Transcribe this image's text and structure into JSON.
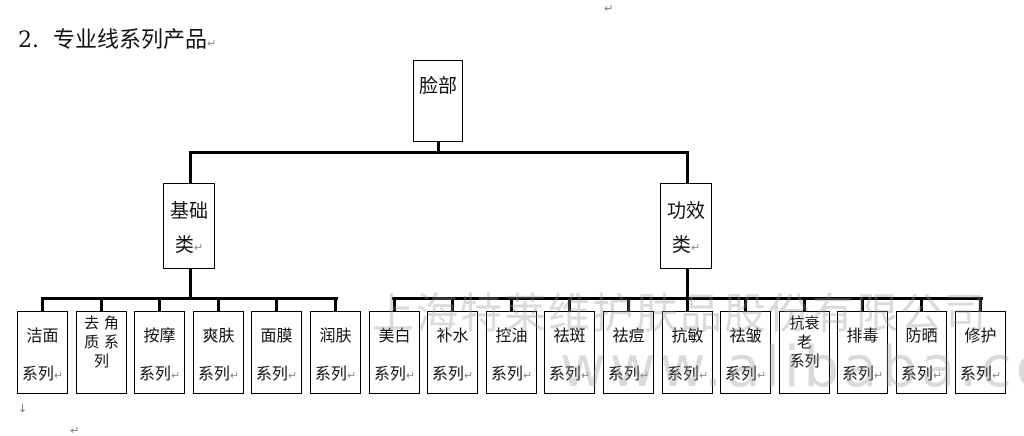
{
  "heading": {
    "number": "2.",
    "text": "专业线系列产品"
  },
  "root": "脸部",
  "categories": [
    {
      "label_line1": "基础",
      "label_line2": "类"
    },
    {
      "label_line1": "功效",
      "label_line2": "类"
    }
  ],
  "leaves": [
    {
      "a": "洁面",
      "b": "系列"
    },
    {
      "a": "去 角",
      "b": "质 系",
      "c": "列"
    },
    {
      "a": "按摩",
      "b": "系列"
    },
    {
      "a": "爽肤",
      "b": "系列"
    },
    {
      "a": "面膜",
      "b": "系列"
    },
    {
      "a": "润肤",
      "b": "系列"
    },
    {
      "a": "美白",
      "b": "系列"
    },
    {
      "a": "补水",
      "b": "系列"
    },
    {
      "a": "控油",
      "b": "系列"
    },
    {
      "a": "祛斑",
      "b": "系列"
    },
    {
      "a": "祛痘",
      "b": "系列"
    },
    {
      "a": "抗敏",
      "b": "系列"
    },
    {
      "a": "祛皱",
      "b": "系列"
    },
    {
      "a": "抗衰",
      "b": "老",
      "c": "系列"
    },
    {
      "a": "排毒",
      "b": "系列"
    },
    {
      "a": "防晒",
      "b": "系列"
    },
    {
      "a": "修护",
      "b": "系列"
    }
  ],
  "watermark": {
    "company": "上海特莱维护肤品股份有限公司",
    "site": "www.alibaba.com.cn"
  },
  "paragraph_mark": "↵",
  "line_mark": "↓"
}
